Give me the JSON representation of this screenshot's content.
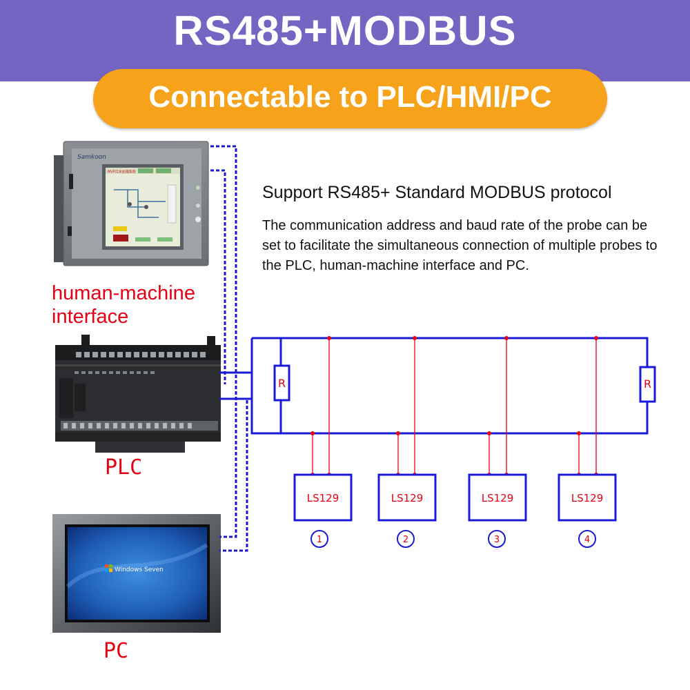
{
  "header": {
    "title": "RS485+MODBUS",
    "subtitle": "Connectable to PLC/HMI/PC"
  },
  "info": {
    "heading": "Support RS485+ Standard MODBUS protocol",
    "description": "The communication address and baud rate of the probe can be set to facilitate the simultaneous connection of multiple probes to the PLC, human-machine interface and PC."
  },
  "devices": {
    "hmi": {
      "label": "human-machine interface",
      "brand": "Samkoon",
      "screen_title": "MVP污水处理系统"
    },
    "plc": {
      "label": "PLC"
    },
    "pc": {
      "label": "PC",
      "screen_text": "Windows Seven"
    }
  },
  "bus": {
    "resistor_label": "R",
    "probes": [
      {
        "name": "LS129",
        "number": "1"
      },
      {
        "name": "LS129",
        "number": "2"
      },
      {
        "name": "LS129",
        "number": "3"
      },
      {
        "name": "LS129",
        "number": "4"
      }
    ]
  },
  "colors": {
    "banner": "#7465c3",
    "pill": "#f7a21b",
    "bus_line": "#1a1ad6",
    "signal_line": "#e60012",
    "label_red": "#e60012"
  }
}
